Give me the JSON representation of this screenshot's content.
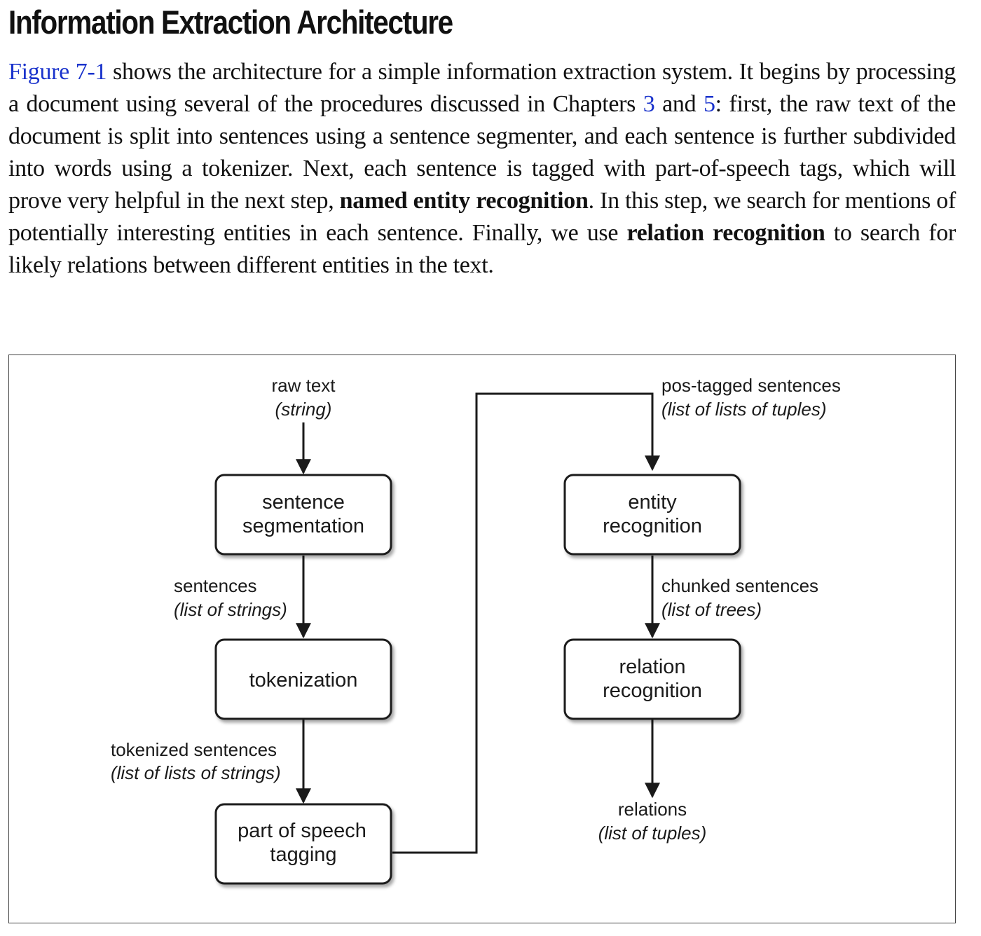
{
  "heading": "Information Extraction Architecture",
  "paragraph": {
    "fig_ref": "Figure 7-1",
    "t1": " shows the architecture for a simple information extraction system. It begins by processing a document using several of the procedures discussed in Chapters ",
    "ch3": "3",
    "t2": " and ",
    "ch5": "5",
    "t3": ": first, the raw text of the document is split into sentences using a sentence segmenter, and each sentence is further subdivided into words using a tokenizer. Next, each sentence is tagged with part-of-speech tags, which will prove very helpful in the next step, ",
    "b1": "named entity recognition",
    "t4": ". In this step, we search for mentions of potentially interesting entities in each sentence. Finally, we use ",
    "b2": "relation recognition",
    "t5": " to search for likely relations between different entities in the text."
  },
  "diagram": {
    "boxes": {
      "seg": [
        "sentence",
        "segmentation"
      ],
      "tok": [
        "tokenization"
      ],
      "pos": [
        "part of speech",
        "tagging"
      ],
      "ent": [
        "entity",
        "recognition"
      ],
      "rel": [
        "relation",
        "recognition"
      ]
    },
    "labels": {
      "raw": [
        "raw text",
        "(string)"
      ],
      "sent": [
        "sentences",
        "(list of strings)"
      ],
      "toks": [
        "tokenized sentences",
        "(list of lists of strings)"
      ],
      "postag": [
        "pos-tagged sentences",
        "(list of lists of tuples)"
      ],
      "chunk": [
        "chunked sentences",
        "(list of trees)"
      ],
      "rels": [
        "relations",
        "(list of tuples)"
      ]
    }
  }
}
